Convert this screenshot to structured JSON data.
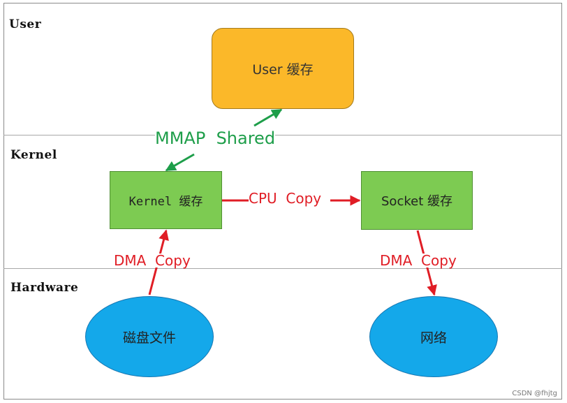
{
  "layers": {
    "user": "User",
    "kernel": "Kernel",
    "hardware": "Hardware"
  },
  "nodes": {
    "user_cache": "User 缓存",
    "kernel_cache": "Kernel 缓存",
    "socket_cache": "Socket 缓存",
    "disk_file": "磁盘文件",
    "network": "网络"
  },
  "edges": {
    "mmap_shared": "MMAP  Shared",
    "cpu_copy": "CPU  Copy",
    "dma_copy_in": "DMA  Copy",
    "dma_copy_out": "DMA  Copy"
  },
  "colors": {
    "user_box": "#fbb829",
    "kernel_box": "#7dcb52",
    "hardware_ellipse": "#14a8ea",
    "mmap_arrow": "#1e9e4a",
    "copy_arrow": "#e01d25"
  },
  "watermark": "CSDN @fhjtg"
}
